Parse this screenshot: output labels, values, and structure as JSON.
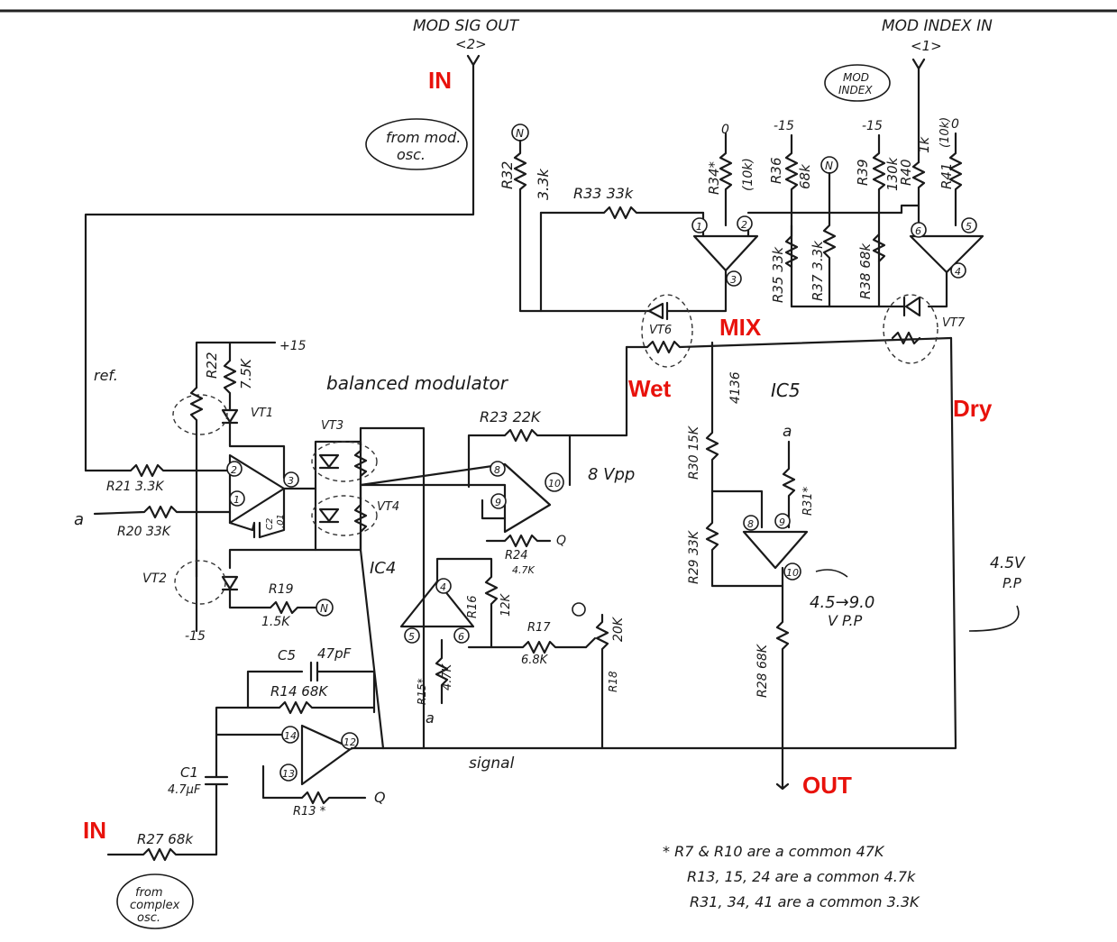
{
  "labels": {
    "mod_sig_out": "MOD SIG OUT",
    "mod_sig_out_pin": "<2>",
    "mod_index_in": "MOD INDEX IN",
    "mod_index_in_pin": "<1>",
    "mod_index_note_1": "MOD",
    "mod_index_note_2": "INDEX",
    "from_mod_osc_1": "from mod.",
    "from_mod_osc_2": "osc.",
    "ref": "ref.",
    "balanced_modulator": "balanced modulator",
    "signal": "signal",
    "from_complex_osc_1": "from",
    "from_complex_osc_2": "complex",
    "from_complex_osc_3": "osc.",
    "ic4": "IC4",
    "ic5": "IC5",
    "ic5_sub": "4136",
    "vpp_8": "8 Vpp",
    "vpp_45_90_a": "4.5→9.0",
    "vpp_45_90_b": "V P.P",
    "vpp_45_a": "4.5V",
    "vpp_45_b": "P.P",
    "plus15": "+15",
    "minus15": "-15",
    "a": "a",
    "Q": "Q",
    "N": "N",
    "zero": "0"
  },
  "annotations": {
    "in_top": "IN",
    "in_bottom": "IN",
    "mix": "MIX",
    "wet": "Wet",
    "dry": "Dry",
    "out": "OUT"
  },
  "components": {
    "r32": "R32",
    "r32_val": "3.3k",
    "r33": "R33 33k",
    "r34": "R34*",
    "r34_val": "(10k)",
    "r36": "R36",
    "r36_val": "68k",
    "r39": "R39",
    "r39_val": "130k",
    "r40": "R40",
    "r40_val": "1k",
    "r41": "R41",
    "r41_val": "(10k)",
    "r35": "R35 33k",
    "r37": "R37 3.3k",
    "r38": "R38 68k",
    "r22": "R22",
    "r22_val": "7.5K",
    "r21": "R21 3.3K",
    "r20": "R20 33K",
    "r19": "R19",
    "r19_val": "1.5K",
    "r23": "R23 22K",
    "r24": "R24",
    "r24_val": "4.7K",
    "r16": "R16",
    "r16_val": "12K",
    "r17": "R17",
    "r17_val": "6.8K",
    "r18": "R18",
    "r18_val": "20K",
    "r15": "R15*",
    "r15_val": "4.7K",
    "r14": "R14 68K",
    "r13": "R13 *",
    "r27": "R27 68k",
    "r30": "R30 15K",
    "r29": "R29 33K",
    "r31": "R31*",
    "r28": "R28 68K",
    "c5": "C5",
    "c5_val": "47pF",
    "c1": "C1",
    "c1_val": "4.7μF",
    "c2": "C2",
    "c2_val": ".01",
    "vt1": "VT1",
    "vt2": "VT2",
    "vt3": "VT3",
    "vt4": "VT4",
    "vt6": "VT6",
    "vt7": "VT7"
  },
  "pins": [
    "1",
    "2",
    "3",
    "4",
    "5",
    "6",
    "8",
    "9",
    "10",
    "12",
    "13",
    "14"
  ],
  "notes": {
    "line1": "* R7 & R10 are a common 47K",
    "line2": "R13, 15, 24 are a common 4.7k",
    "line3": "R31, 34, 41 are a common 3.3K"
  }
}
